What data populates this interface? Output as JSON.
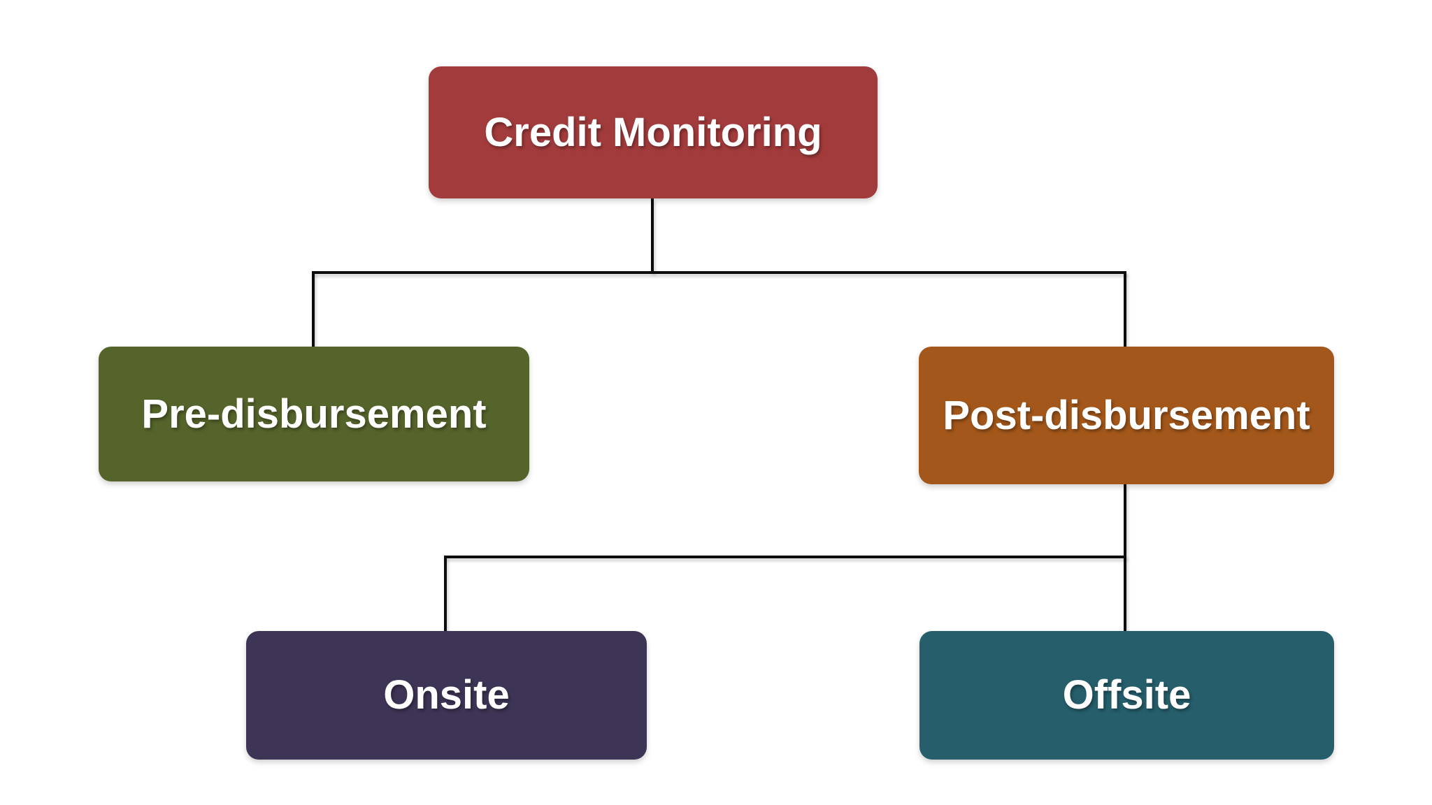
{
  "diagram": {
    "type": "hierarchy-flowchart",
    "background_color": "#ffffff",
    "connector_color": "#0d0d0d",
    "text_color": "#ffffff",
    "nodes": {
      "root": {
        "label": "Credit Monitoring",
        "color": "#a23b3c"
      },
      "pre": {
        "label": "Pre-disbursement",
        "color": "#55642b"
      },
      "post": {
        "label": "Post-disbursement",
        "color": "#a3571a"
      },
      "onsite": {
        "label": "Onsite",
        "color": "#3e3455"
      },
      "offsite": {
        "label": "Offsite",
        "color": "#265e6c"
      }
    },
    "edges": [
      {
        "from": "Credit Monitoring",
        "to": "Pre-disbursement"
      },
      {
        "from": "Credit Monitoring",
        "to": "Post-disbursement"
      },
      {
        "from": "Post-disbursement",
        "to": "Onsite"
      },
      {
        "from": "Post-disbursement",
        "to": "Offsite"
      }
    ]
  }
}
